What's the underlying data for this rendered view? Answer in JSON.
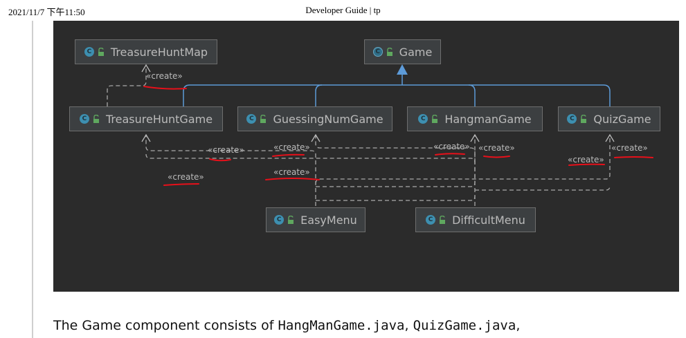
{
  "header": {
    "date": "2021/11/7 下午11:50",
    "title": "Developer Guide | tp"
  },
  "diagram": {
    "classes": [
      {
        "name": "TreasureHuntMap",
        "icon": "C",
        "abstract": false
      },
      {
        "name": "Game",
        "icon": "C",
        "abstract": true
      },
      {
        "name": "TreasureHuntGame",
        "icon": "C",
        "abstract": false
      },
      {
        "name": "GuessingNumGame",
        "icon": "C",
        "abstract": false
      },
      {
        "name": "HangmanGame",
        "icon": "C",
        "abstract": false
      },
      {
        "name": "QuizGame",
        "icon": "C",
        "abstract": false
      },
      {
        "name": "EasyMenu",
        "icon": "C",
        "abstract": false
      },
      {
        "name": "DifficultMenu",
        "icon": "C",
        "abstract": false
      }
    ],
    "stereotype": "«create»",
    "colors": {
      "background": "#2b2b2b",
      "inheritance": "#5d9bd8",
      "dependency": "#a9a9a9",
      "annotation": "#e8101a"
    }
  },
  "text": {
    "intro": "The ",
    "component": "Game",
    "middle": " component consists of ",
    "file1": "HangManGame.java",
    "sep1": ", ",
    "file2": "QuizGame.java",
    "sep2": ","
  }
}
